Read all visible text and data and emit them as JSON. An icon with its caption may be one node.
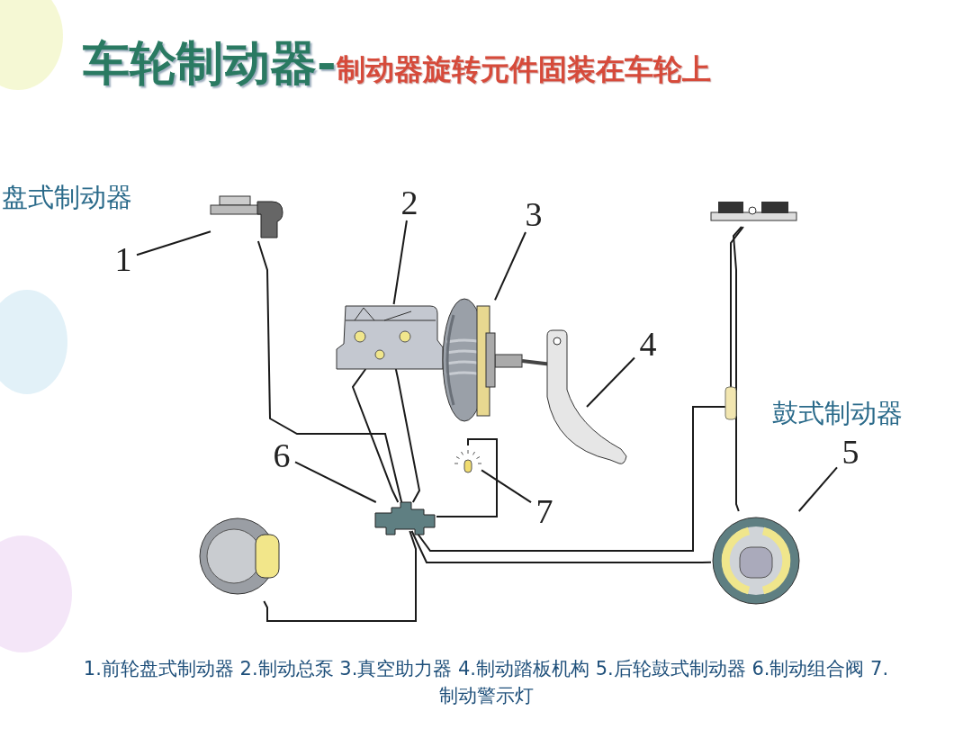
{
  "diagram": {
    "title": "车轮制动器-",
    "caption": "1.前轮盘式制动器 2.制动总泵 3.真空助力器 4.制动踏板机构 5.后轮鼓式制动器 6.制动组合阀 7.制动警示灯",
    "nodes": [
      {
        "text": [],
        "shape": "picture"
      },
      {
        "text": [
          "1"
        ]
      },
      {
        "text": [
          "2"
        ]
      },
      {
        "text": [
          "3"
        ]
      },
      {
        "text": [],
        "shape": "picture"
      },
      {
        "text": [],
        "shape": "picture"
      },
      {
        "text": [],
        "shape": "picture"
      },
      {
        "text": [],
        "shape": "picture"
      },
      {
        "text": [
          "4"
        ]
      },
      {
        "text": [
          "6"
        ]
      },
      {
        "text": [],
        "shape": "picture"
      },
      {
        "text": [
          "7"
        ]
      },
      {
        "text": [],
        "shape": "picture"
      },
      {
        "text": [],
        "shape": "picture"
      },
      {
        "text": [
          "5"
        ]
      },
      {
        "text": [],
        "shape": "picture"
      }
    ],
    "edges": [
      {
        "from": 1,
        "to": 0,
        "arrow": "none"
      },
      {
        "from": 2,
        "to": 5,
        "arrow": "none"
      },
      {
        "from": 3,
        "to": 6,
        "arrow": "none"
      },
      {
        "from": 8,
        "to": 7,
        "arrow": "none"
      },
      {
        "from": 9,
        "to": 12,
        "arrow": "none"
      },
      {
        "from": 11,
        "to": 10,
        "arrow": "none"
      },
      {
        "from": 14,
        "to": 15,
        "arrow": "none"
      },
      {
        "from": 0,
        "to": 12,
        "arrow": "none"
      },
      {
        "from": 5,
        "to": 12,
        "arrow": "none"
      },
      {
        "from": 5,
        "to": 12,
        "arrow": "none"
      },
      {
        "from": 12,
        "to": 10,
        "arrow": "none"
      },
      {
        "from": 12,
        "to": 13,
        "arrow": "none"
      },
      {
        "from": 12,
        "to": 15,
        "arrow": "none"
      },
      {
        "from": 12,
        "to": 4,
        "arrow": "none"
      },
      {
        "from": 4,
        "to": 15,
        "arrow": "none"
      }
    ],
    "labels": [
      "制动器旋转元件固装在车轮上",
      "盘式制动器",
      "鼓式制动器"
    ]
  }
}
